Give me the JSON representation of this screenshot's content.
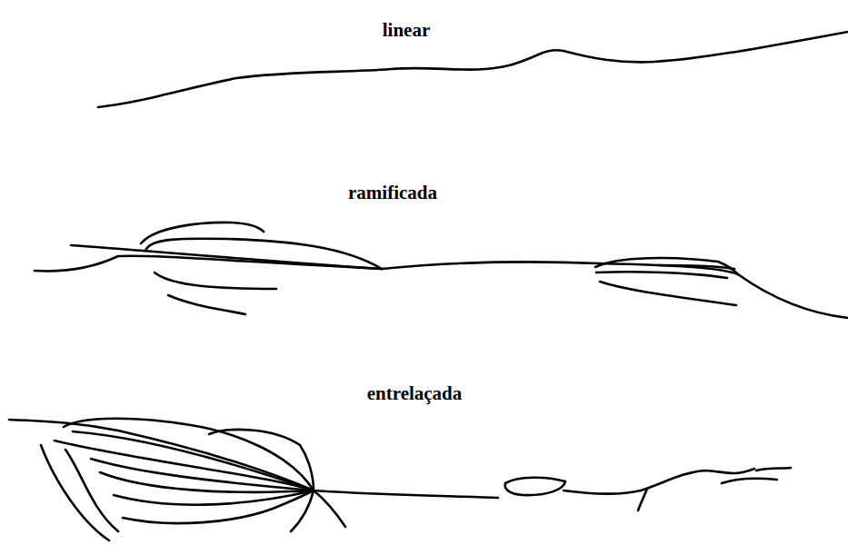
{
  "diagram": {
    "labels": [
      "linear",
      "ramificada",
      "entrelaçada"
    ]
  }
}
